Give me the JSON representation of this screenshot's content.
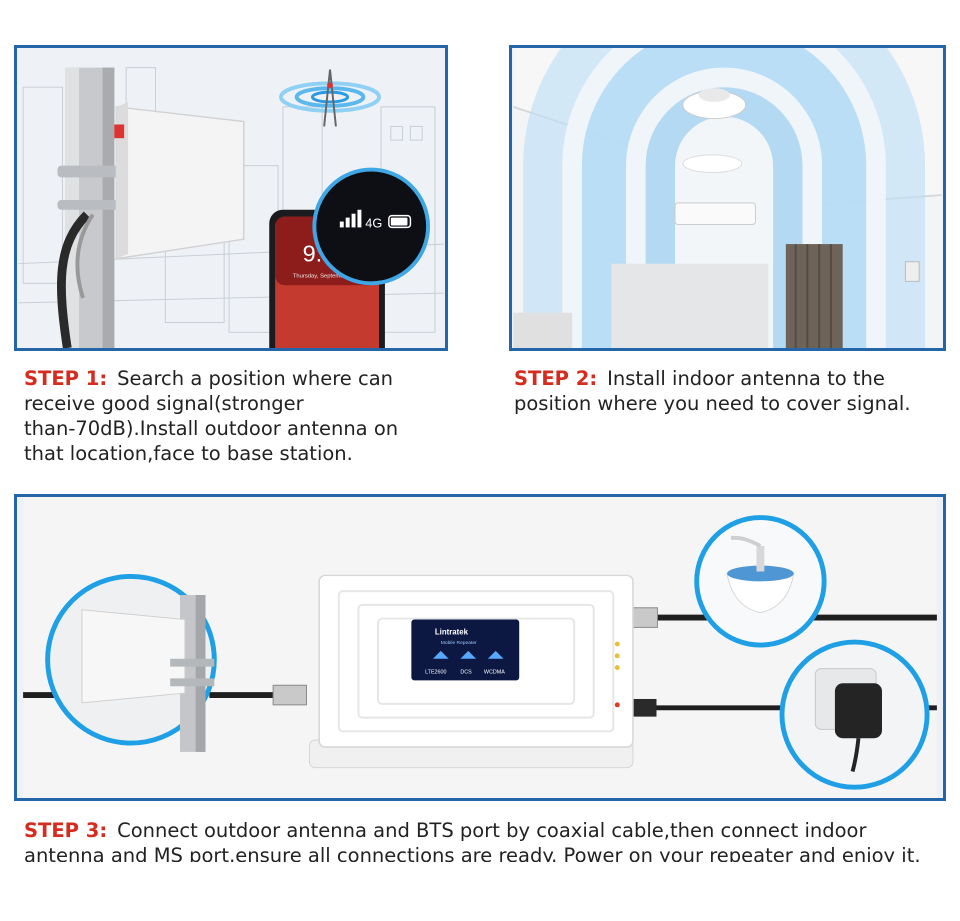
{
  "panel1": {
    "phone_network": "4G",
    "phone_time": "9:4",
    "phone_date": "Thursday, September"
  },
  "panel3": {
    "brand": "Lintratek",
    "subtitle": "Mobile Repeater",
    "bands": [
      "LTE2600",
      "DCS",
      "WCDMA"
    ]
  },
  "steps": [
    {
      "label": "STEP 1:",
      "lines": [
        "Search a position where can",
        "receive good signal(stronger",
        "than-70dB).Install outdoor antenna on",
        "that location,face to base station."
      ]
    },
    {
      "label": "STEP 2:",
      "lines": [
        "Install indoor antenna to the",
        "position where you need to cover signal."
      ]
    },
    {
      "label": "STEP 3:",
      "lines": [
        "Connect outdoor antenna and BTS port by coaxial cable,then connect indoor",
        "antenna and MS port.ensure all connections are ready. Power on your repeater and enjoy it."
      ]
    }
  ],
  "colors": {
    "border": "#2466a8",
    "step_label": "#d62b1f",
    "signal": "#3aa3e8"
  }
}
